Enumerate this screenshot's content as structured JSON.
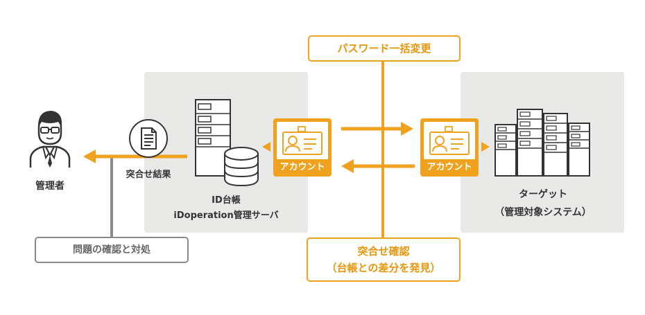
{
  "admin": {
    "label": "管理者"
  },
  "center": {
    "result_label": "突合せ結果",
    "server_label_line1": "ID台帳",
    "server_label_line2": "iDoperation管理サーバ"
  },
  "account_left": {
    "label": "アカウント"
  },
  "account_right": {
    "label": "アカウント"
  },
  "target": {
    "label_line1": "ターゲット",
    "label_line2": "（管理対象システム）"
  },
  "top_box": {
    "label": "パスワード一括変更"
  },
  "bottom_box": {
    "line1": "突合せ確認",
    "line2": "（台帳との差分を発見）"
  },
  "left_box": {
    "label": "問題の確認と対処"
  },
  "colors": {
    "accent": "#f0a21e",
    "accent_text": "#e8960c",
    "gray_line": "#8a8a8a",
    "panel": "#e9e9e7"
  }
}
